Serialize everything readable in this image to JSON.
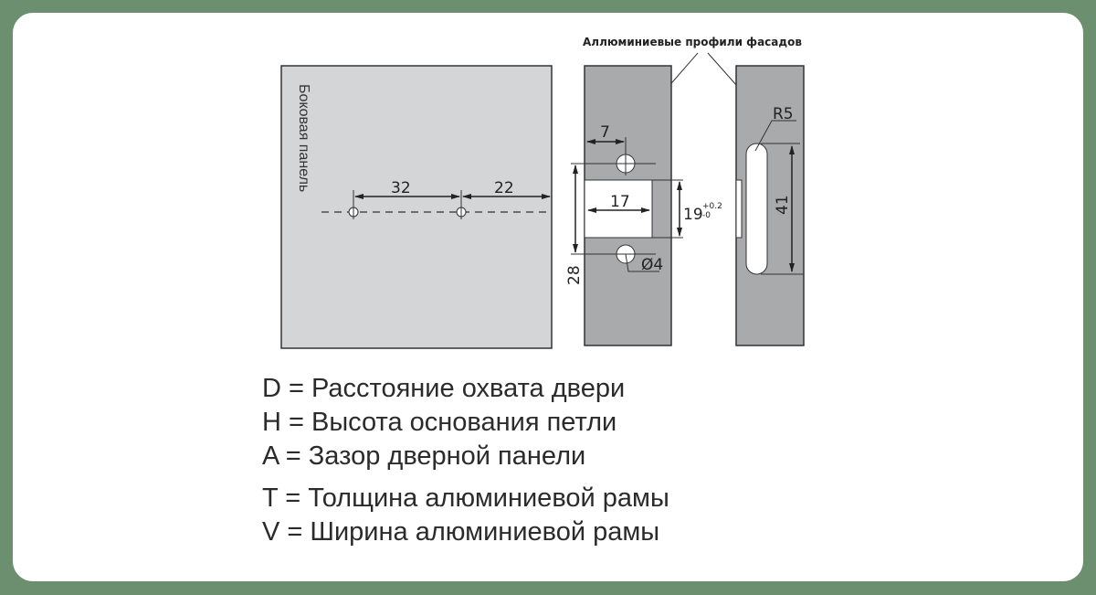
{
  "diagram": {
    "side_panel_label": "Боковая панель",
    "profiles_label": "Аллюминиевые профили фасадов",
    "dimensions": {
      "hole_spacing": "32",
      "edge_offset": "22",
      "hole_edge_offset": "7",
      "cutout_width": "17",
      "cutout_height": "19",
      "cutout_tol_plus": "+0.2",
      "cutout_tol_minus": "-0",
      "hole_spacing_vertical": "28",
      "hole_diameter": "Ø4",
      "radius": "R5",
      "slot_length": "41"
    }
  },
  "legend": [
    "D = Расстояние охвата двери",
    "H = Высота основания петли",
    "A =  Зазор дверной панели",
    "T = Толщина алюминиевой рамы",
    "V = Ширина алюминиевой рамы"
  ],
  "colors": {
    "background": "#6b8f6f",
    "panel": "#d4d5d7",
    "profile": "#a9aaac"
  }
}
